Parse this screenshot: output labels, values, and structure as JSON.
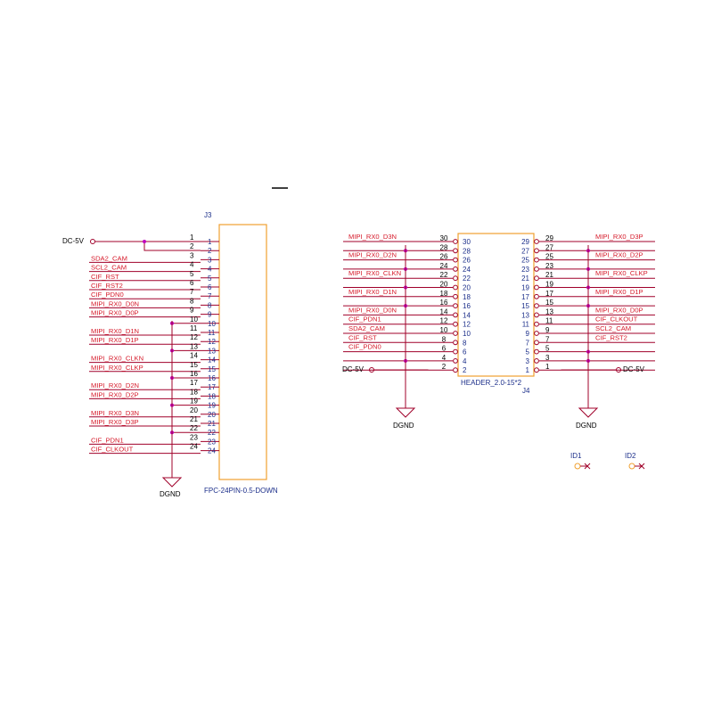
{
  "j3": {
    "ref": "J3",
    "part": "FPC-24PIN-0.5-DOWN",
    "pins": [
      {
        "num": "1",
        "net": ""
      },
      {
        "num": "2",
        "net": ""
      },
      {
        "num": "3",
        "net": "SDA2_CAM"
      },
      {
        "num": "4",
        "net": "SCL2_CAM"
      },
      {
        "num": "5",
        "net": "CIF_RST"
      },
      {
        "num": "6",
        "net": "CIF_RST2"
      },
      {
        "num": "7",
        "net": "CIF_PDN0"
      },
      {
        "num": "8",
        "net": "MIPI_RX0_D0N"
      },
      {
        "num": "9",
        "net": "MIPI_RX0_D0P"
      },
      {
        "num": "10",
        "net": ""
      },
      {
        "num": "11",
        "net": "MIPI_RX0_D1N"
      },
      {
        "num": "12",
        "net": "MIPI_RX0_D1P"
      },
      {
        "num": "13",
        "net": ""
      },
      {
        "num": "14",
        "net": "MIPI_RX0_CLKN"
      },
      {
        "num": "15",
        "net": "MIPI_RX0_CLKP"
      },
      {
        "num": "16",
        "net": ""
      },
      {
        "num": "17",
        "net": "MIPI_RX0_D2N"
      },
      {
        "num": "18",
        "net": "MIPI_RX0_D2P"
      },
      {
        "num": "19",
        "net": ""
      },
      {
        "num": "20",
        "net": "MIPI_RX0_D3N"
      },
      {
        "num": "21",
        "net": "MIPI_RX0_D3P"
      },
      {
        "num": "22",
        "net": ""
      },
      {
        "num": "23",
        "net": "CIF_PDN1"
      },
      {
        "num": "24",
        "net": "CIF_CLKOUT"
      }
    ],
    "power_label": "DC-5V",
    "ground_label": "DGND"
  },
  "j4": {
    "ref": "J4",
    "part": "HEADER_2.0-15*2",
    "left_pins": [
      {
        "num": "30",
        "net": "MIPI_RX0_D3N"
      },
      {
        "num": "28",
        "net": ""
      },
      {
        "num": "26",
        "net": "MIPI_RX0_D2N"
      },
      {
        "num": "24",
        "net": ""
      },
      {
        "num": "22",
        "net": "MIPI_RX0_CLKN"
      },
      {
        "num": "20",
        "net": ""
      },
      {
        "num": "18",
        "net": "MIPI_RX0_D1N"
      },
      {
        "num": "16",
        "net": ""
      },
      {
        "num": "14",
        "net": "MIPI_RX0_D0N"
      },
      {
        "num": "12",
        "net": "CIF_PDN1"
      },
      {
        "num": "10",
        "net": "SDA2_CAM"
      },
      {
        "num": "8",
        "net": "CIF_RST"
      },
      {
        "num": "6",
        "net": "CIF_PDN0"
      },
      {
        "num": "4",
        "net": ""
      },
      {
        "num": "2",
        "net": ""
      }
    ],
    "right_pins": [
      {
        "num": "29",
        "net": "MIPI_RX0_D3P"
      },
      {
        "num": "27",
        "net": ""
      },
      {
        "num": "25",
        "net": "MIPI_RX0_D2P"
      },
      {
        "num": "23",
        "net": ""
      },
      {
        "num": "21",
        "net": "MIPI_RX0_CLKP"
      },
      {
        "num": "19",
        "net": ""
      },
      {
        "num": "17",
        "net": "MIPI_RX0_D1P"
      },
      {
        "num": "15",
        "net": ""
      },
      {
        "num": "13",
        "net": "MIPI_RX0_D0P"
      },
      {
        "num": "11",
        "net": "CIF_CLKOUT"
      },
      {
        "num": "9",
        "net": "SCL2_CAM"
      },
      {
        "num": "7",
        "net": "CIF_RST2"
      },
      {
        "num": "5",
        "net": ""
      },
      {
        "num": "3",
        "net": ""
      },
      {
        "num": "1",
        "net": ""
      }
    ],
    "power_left_label": "DC-5V",
    "power_right_label": "DC-5V",
    "ground_left_label": "DGND",
    "ground_right_label": "DGND"
  },
  "ids": [
    {
      "ref": "ID1"
    },
    {
      "ref": "ID2"
    }
  ],
  "colors": {
    "net_label": "#d61a2a",
    "wire": "#a0002a",
    "component_body": "#f0a030",
    "junction": "#c000c0",
    "designator": "#1c2f8a"
  }
}
